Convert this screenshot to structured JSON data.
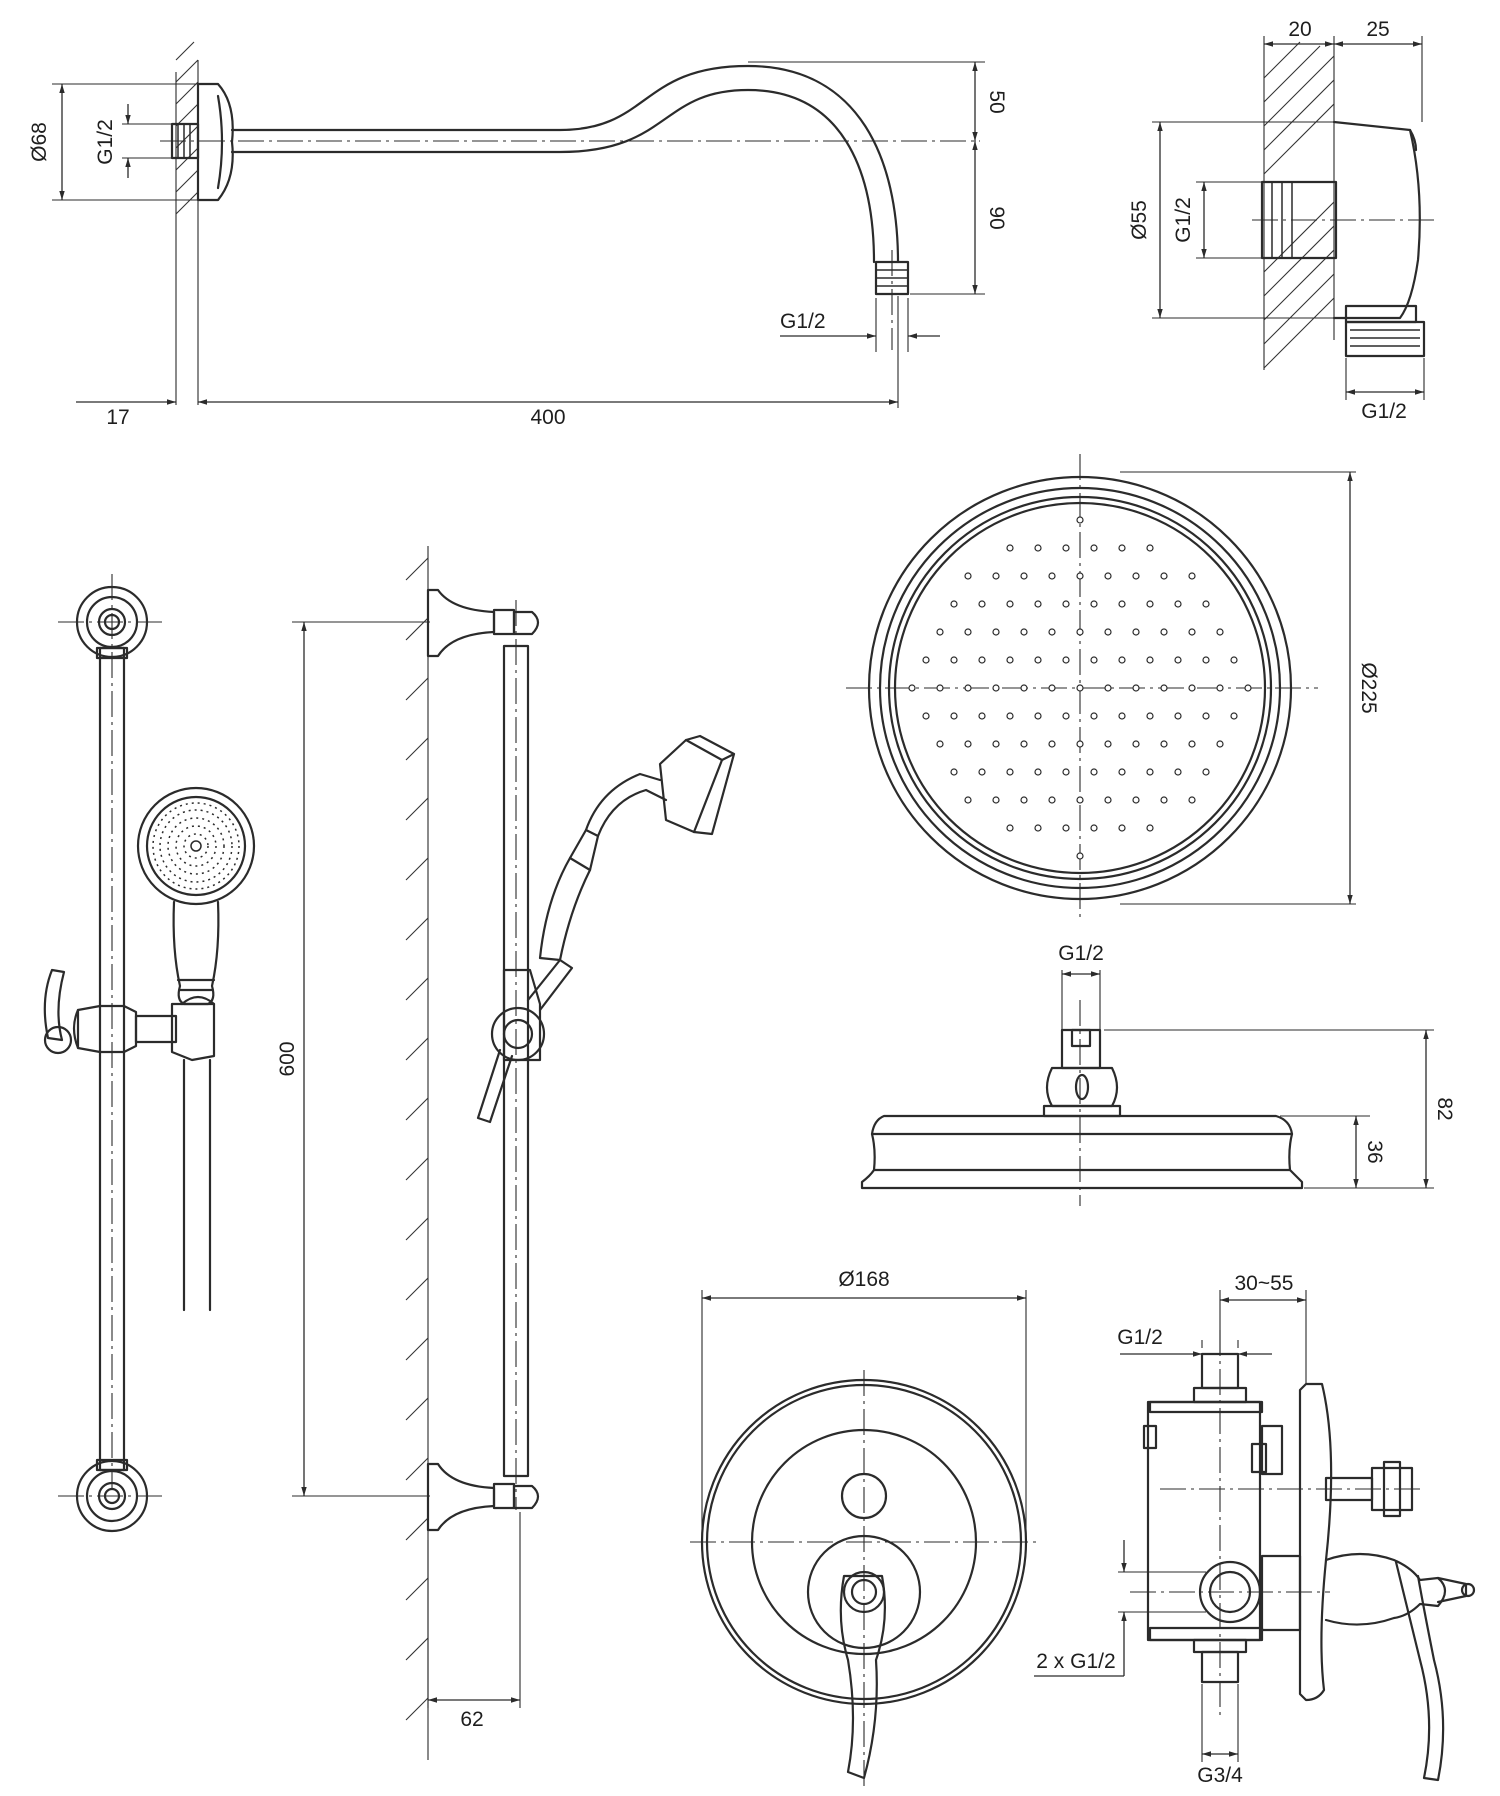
{
  "colors": {
    "line": "#2b2b2b",
    "background": "#ffffff"
  },
  "labels": {
    "arm_d68": "Ø68",
    "arm_g12_inlet": "G1/2",
    "arm_50": "50",
    "arm_90": "90",
    "arm_g12_outlet": "G1/2",
    "arm_17": "17",
    "arm_400": "400",
    "elbow_20": "20",
    "elbow_25": "25",
    "elbow_d55": "Ø55",
    "elbow_g12_inlet": "G1/2",
    "elbow_g12_outlet": "G1/2",
    "rail_600": "600",
    "rail_62": "62",
    "head_d225": "Ø225",
    "head_g12": "G1/2",
    "head_82": "82",
    "head_36": "36",
    "plate_d168": "Ø168",
    "mixer_30_55": "30~55",
    "mixer_g12": "G1/2",
    "mixer_2xg12": "2 x G1/2",
    "mixer_g34": "G3/4"
  }
}
